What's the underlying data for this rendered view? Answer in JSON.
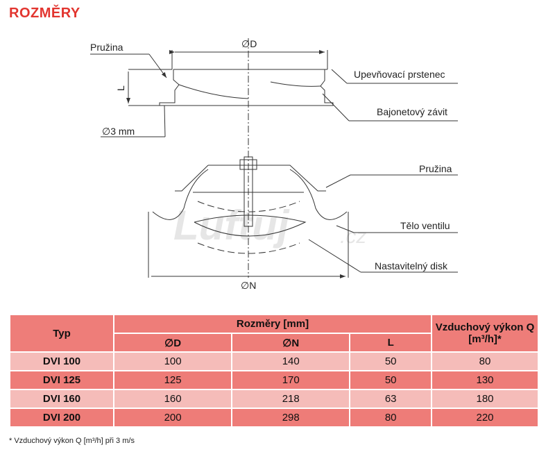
{
  "title": "ROZMĚRY",
  "drawing": {
    "labels": {
      "pruzina_top": "Pružina",
      "diameter_d": "∅D",
      "l": "L",
      "hole": "∅3 mm",
      "ring": "Upevňovací prstenec",
      "bayonet": "Bajonetový závit",
      "pruzina_bottom": "Pružina",
      "body": "Tělo ventilu",
      "disk": "Nastavitelný disk",
      "diameter_n": "∅N"
    },
    "watermark": "Luftuj.cz"
  },
  "table": {
    "headers": {
      "typ": "Typ",
      "dims": "Rozměry [mm]",
      "d": "∅D",
      "n": "∅N",
      "l": "L",
      "q_line1": "Vzduchový výkon Q",
      "q_line2": "[m³/h]*"
    },
    "rows": [
      {
        "typ": "DVI 100",
        "d": "100",
        "n": "140",
        "l": "50",
        "q": "80"
      },
      {
        "typ": "DVI 125",
        "d": "125",
        "n": "170",
        "l": "50",
        "q": "130"
      },
      {
        "typ": "DVI 160",
        "d": "160",
        "n": "218",
        "l": "63",
        "q": "180"
      },
      {
        "typ": "DVI 200",
        "d": "200",
        "n": "298",
        "l": "80",
        "q": "220"
      }
    ]
  },
  "footnote": "* Vzduchový výkon Q [m³/h] při 3 m/s",
  "colors": {
    "title": "#e2352f",
    "header": "#ee7d79",
    "row_light": "#f5bcb9",
    "row_dark": "#ee7c78"
  }
}
